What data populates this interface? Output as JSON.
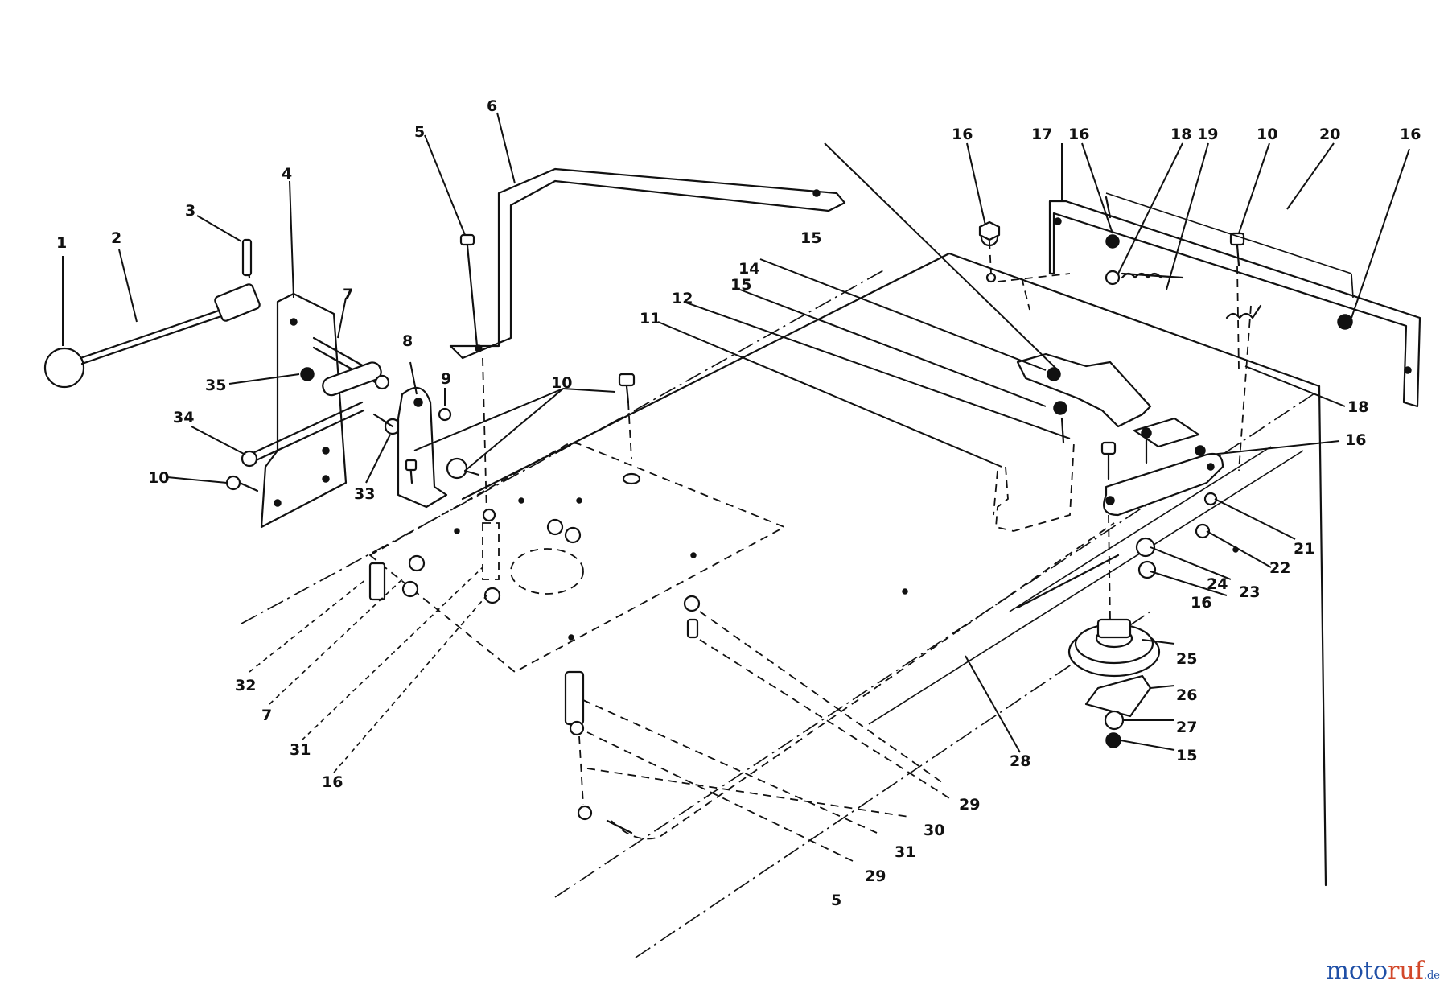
{
  "callouts": [
    "1",
    "2",
    "3",
    "4",
    "5",
    "6",
    "7",
    "8",
    "9",
    "10",
    "11",
    "12",
    "14",
    "15",
    "16",
    "17",
    "18",
    "19",
    "20",
    "21",
    "22",
    "23",
    "24",
    "25",
    "26",
    "27",
    "28",
    "29",
    "30",
    "31",
    "32",
    "33",
    "34",
    "35"
  ],
  "watermark": {
    "part1": "moto",
    "part2": "ruf",
    "part3": ".de"
  }
}
